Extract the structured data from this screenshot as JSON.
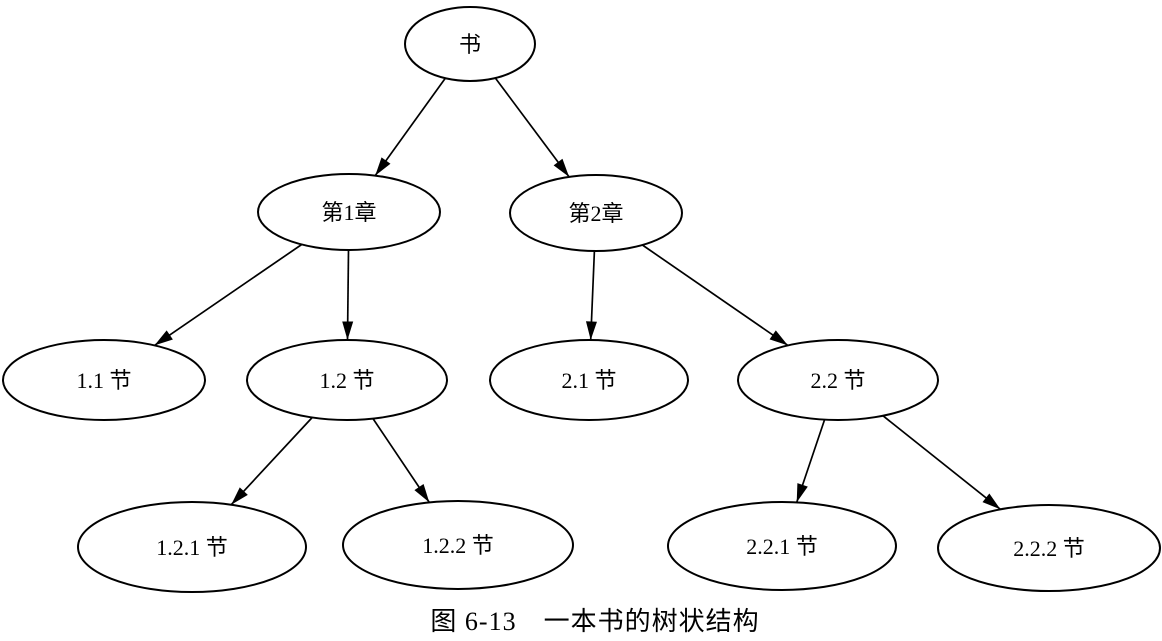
{
  "figure": {
    "caption": "图 6-13　一本书的树状结构"
  },
  "diagram": {
    "type": "tree",
    "background_color": "#ffffff",
    "node_fill_color": "#ffffff",
    "stroke_color": "#000000",
    "nodes": [
      {
        "id": "book",
        "label": "书",
        "level": 0
      },
      {
        "id": "ch1",
        "label": "第1章",
        "level": 1
      },
      {
        "id": "ch2",
        "label": "第2章",
        "level": 1
      },
      {
        "id": "s11",
        "label": "1.1 节",
        "level": 2
      },
      {
        "id": "s12",
        "label": "1.2 节",
        "level": 2
      },
      {
        "id": "s21",
        "label": "2.1 节",
        "level": 2
      },
      {
        "id": "s22",
        "label": "2.2 节",
        "level": 2
      },
      {
        "id": "s121",
        "label": "1.2.1 节",
        "level": 3
      },
      {
        "id": "s122",
        "label": "1.2.2 节",
        "level": 3
      },
      {
        "id": "s221",
        "label": "2.2.1 节",
        "level": 3
      },
      {
        "id": "s222",
        "label": "2.2.2 节",
        "level": 3
      }
    ],
    "edges": [
      {
        "from": "book",
        "to": "ch1"
      },
      {
        "from": "book",
        "to": "ch2"
      },
      {
        "from": "ch1",
        "to": "s11"
      },
      {
        "from": "ch1",
        "to": "s12"
      },
      {
        "from": "ch2",
        "to": "s21"
      },
      {
        "from": "ch2",
        "to": "s22"
      },
      {
        "from": "s12",
        "to": "s121"
      },
      {
        "from": "s12",
        "to": "s122"
      },
      {
        "from": "s22",
        "to": "s221"
      },
      {
        "from": "s22",
        "to": "s222"
      }
    ]
  }
}
